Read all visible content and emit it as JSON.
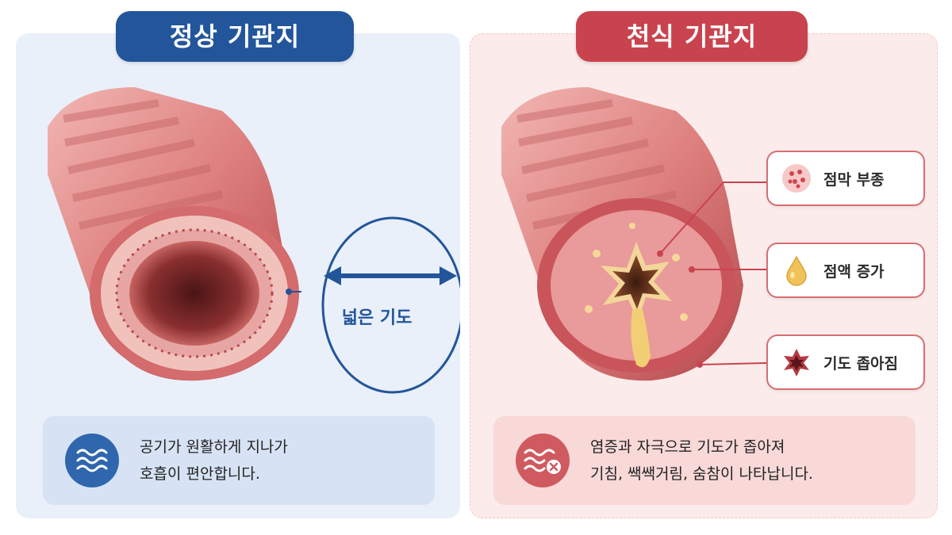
{
  "normal": {
    "title": "정상 기관지",
    "airway_label": "넓은 기도",
    "description": [
      "공기가 원활하게 지나가",
      "호흡이 편안합니다."
    ],
    "accent_color": "#23559a"
  },
  "asthma": {
    "title": "천식 기관지",
    "callouts": [
      {
        "label": "점막 부종",
        "icon": "swollen-mucosa-icon"
      },
      {
        "label": "점액 증가",
        "icon": "mucus-drop-icon"
      },
      {
        "label": "기도 좁아짐",
        "icon": "narrowed-airway-icon"
      }
    ],
    "description": [
      "염증과 자극으로 기도가 좁아져",
      "기침, 쌕쌕거림, 숨참이 나타납니다."
    ],
    "accent_color": "#c9434e"
  }
}
